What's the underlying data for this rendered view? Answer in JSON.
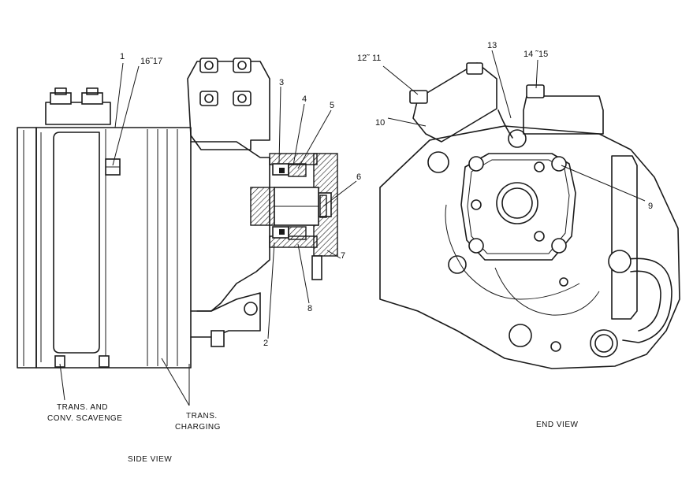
{
  "callouts": {
    "c1": "1",
    "c16_17": "16˜17",
    "c3": "3",
    "c4": "4",
    "c5": "5",
    "c6": "6",
    "c7": "7",
    "c8": "8",
    "c2": "2",
    "c12_11": "12˜ 11",
    "c13": "13",
    "c14_15": "14 ˜15",
    "c10": "10",
    "c9": "9"
  },
  "captions": {
    "scavenge_line1": "TRANS. AND",
    "scavenge_line2": "CONV. SCAVENGE",
    "charging_line1": "TRANS.",
    "charging_line2": "CHARGING",
    "side_view": "SIDE VIEW",
    "end_view": "END VIEW"
  }
}
